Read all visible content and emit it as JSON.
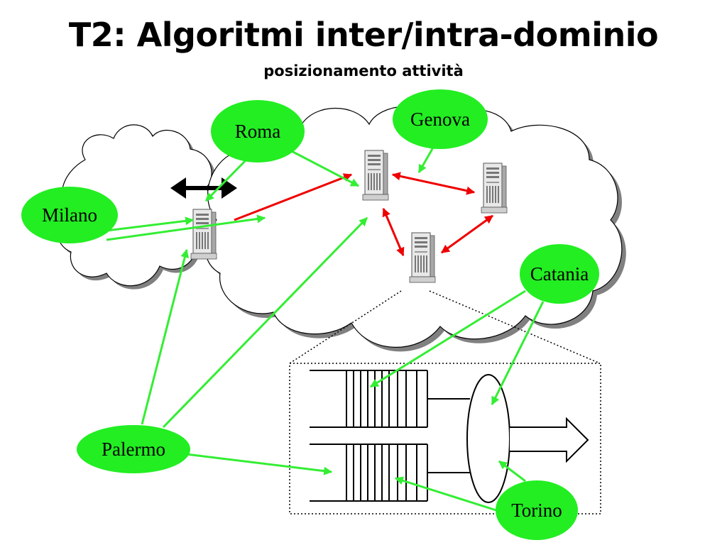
{
  "slide": {
    "title": "T2: Algoritmi inter/intra-dominio",
    "subtitle": "posizionamento attività"
  },
  "colors": {
    "node_fill": "#22ee22",
    "link_green": "#33ee33",
    "link_red": "#ee0000",
    "cloud_fill": "#ffffff",
    "cloud_shadow": "#808080"
  },
  "nodes": {
    "roma": "Roma",
    "genova": "Genova",
    "milano": "Milano",
    "catania": "Catania",
    "palermo": "Palermo",
    "torino": "Torino"
  }
}
